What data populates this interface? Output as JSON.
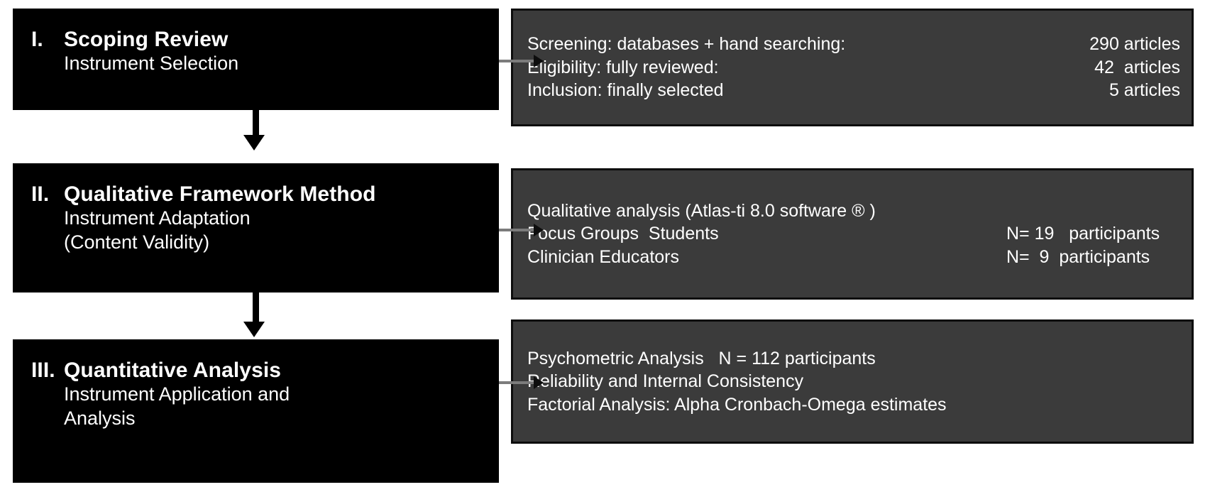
{
  "diagram": {
    "title": "Study Design Flowchart",
    "colors": {
      "phase_box_fill": "#000000",
      "phase_box_text": "#ffffff",
      "detail_box_fill": "#3b3b3b",
      "detail_box_border": "#0d0d0d",
      "detail_box_text": "#ffffff",
      "vertical_arrow": "#000000",
      "horizontal_arrow": "#7c7c7c",
      "background": "#ffffff"
    }
  },
  "phases": [
    {
      "numeral": "I.",
      "title": "Scoping Review",
      "subtitle_lines": [
        "Instrument  Selection"
      ]
    },
    {
      "numeral": "II.",
      "title": "Qualitative Framework Method",
      "subtitle_lines": [
        "Instrument   Adaptation",
        "(Content Validity)"
      ]
    },
    {
      "numeral": "III.",
      "title": "Quantitative Analysis",
      "subtitle_lines": [
        "Instrument Application and",
        "Analysis"
      ]
    }
  ],
  "details": [
    {
      "lines": [
        {
          "label": "Screening: databases + hand searching:",
          "value": "290 articles",
          "bold": false
        },
        {
          "label": "Eligibility: fully reviewed:",
          "value": "42  articles",
          "bold": false
        },
        {
          "label": "Inclusion: finally selected",
          "value": "5 articles",
          "bold": false
        }
      ]
    },
    {
      "lines": [
        {
          "label": "Qualitative analysis",
          "value": "",
          "suffix": " (Atlas-ti 8.0 software ® )",
          "bold": true
        },
        {
          "label": "Focus Groups  Students",
          "value": "N= 19   participants",
          "bold": false
        },
        {
          "label": "Clinician Educators",
          "value": "N=  9  participants",
          "bold": false
        }
      ]
    },
    {
      "lines": [
        {
          "label": "Psychometric Analysis",
          "value": "",
          "suffix": "   N = 112 participants",
          "bold": true
        },
        {
          "label": "Reliability and Internal Consistency",
          "value": "",
          "bold": false
        },
        {
          "label": "Factorial Analysis: Alpha Cronbach-Omega estimates",
          "value": "",
          "bold": false
        }
      ]
    }
  ]
}
